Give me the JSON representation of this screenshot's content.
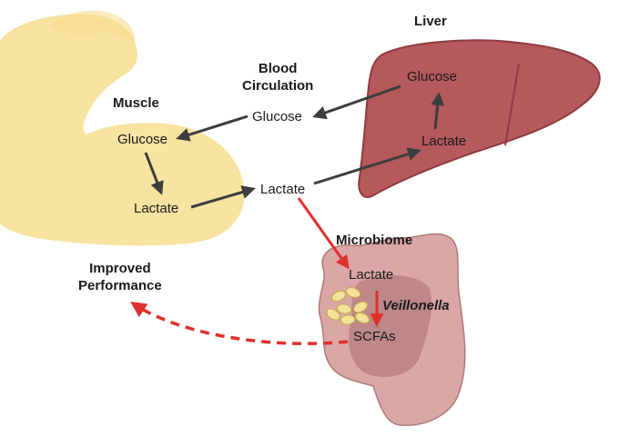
{
  "diagram": {
    "regions": {
      "muscle": {
        "title": "Muscle",
        "fill": "#f8e3a1"
      },
      "liver": {
        "title": "Liver",
        "fill": "#b5595c",
        "stroke": "#8e3b3f"
      },
      "blood": {
        "title_line1": "Blood",
        "title_line2": "Circulation"
      },
      "microbiome": {
        "title": "Microbiome",
        "fill": "#dba6a6",
        "fill_dark": "#b98383",
        "stroke": "#b07a7a",
        "bacteria_fill": "#f3e19a",
        "bacteria_stroke": "#c7a84a"
      },
      "performance": {
        "line1": "Improved",
        "line2": "Performance"
      }
    },
    "nodes": {
      "liver_glucose": "Glucose",
      "liver_lactate": "Lactate",
      "blood_glucose": "Glucose",
      "blood_lactate": "Lactate",
      "muscle_glucose": "Glucose",
      "muscle_lactate": "Lactate",
      "micro_lactate": "Lactate",
      "micro_scfas": "SCFAs",
      "bacterium": "Veillonella"
    },
    "colors": {
      "dark_arrow": "#3d3d3d",
      "red_arrow": "#e0302b",
      "text": "#1a1a1a"
    }
  }
}
